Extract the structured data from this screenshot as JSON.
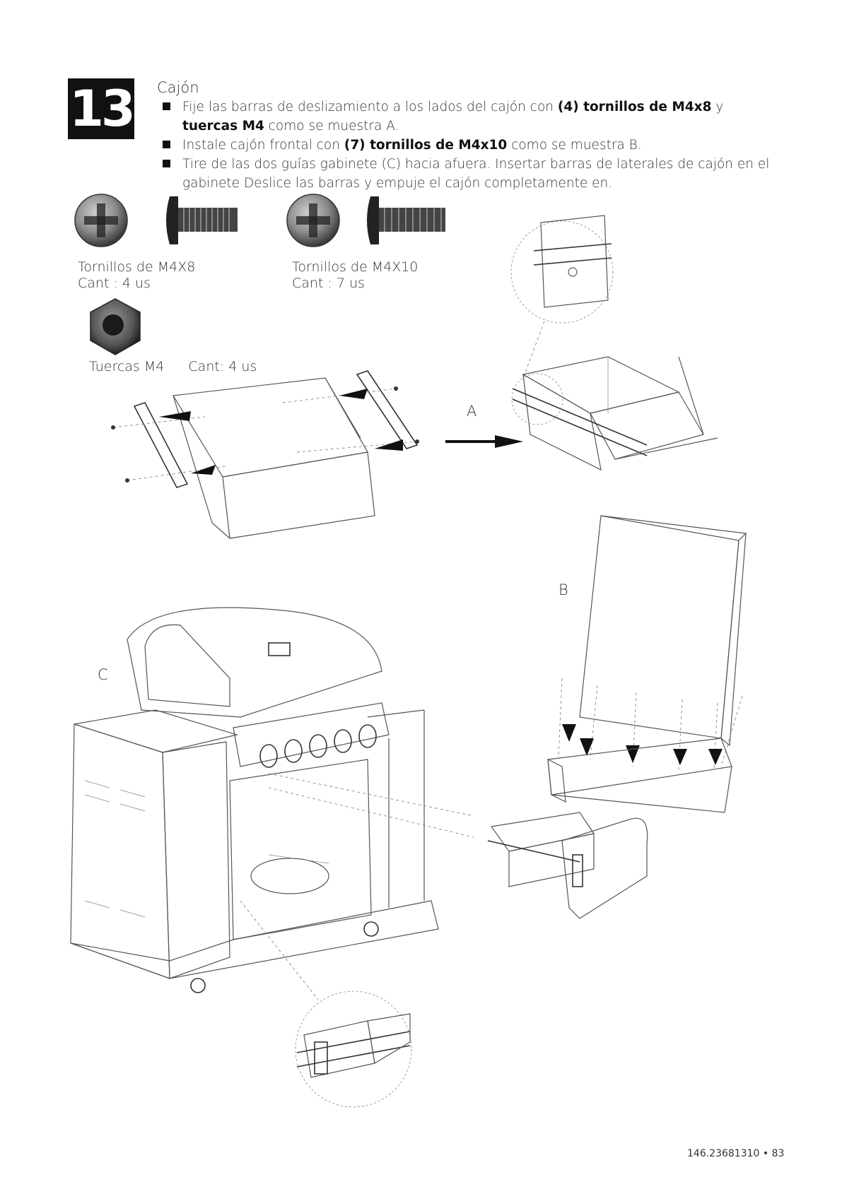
{
  "step": {
    "number": "13",
    "title": "Cajón"
  },
  "instructions": [
    {
      "parts": [
        "Fije las barras de deslizamiento a los lados del cajón con ",
        "(4) tornillos de M4x8",
        " y ",
        "tuercas M4",
        " como se muestra A."
      ]
    },
    {
      "parts": [
        "Instale cajón frontal con ",
        "(7) tornillos de M4x10",
        " como se muestra B.",
        "",
        ""
      ]
    },
    {
      "parts": [
        "Tire de las dos guías gabinete (C) hacia afuera. Insertar barras de laterales de cajón en el gabinete Deslice las barras y empuje el cajón completamente en.",
        "",
        "",
        "",
        ""
      ]
    }
  ],
  "hardware": {
    "screw_m4x8": {
      "name": "Tornillos de M4X8",
      "qty": "Cant : 4 us"
    },
    "screw_m4x10": {
      "name": "Tornillos de M4X10",
      "qty": "Cant : 7 us"
    },
    "nut_m4": {
      "name": "Tuercas M4",
      "qty": "Cant: 4 us"
    }
  },
  "callouts": {
    "a": "A",
    "b": "B",
    "c": "C"
  },
  "footer": {
    "page_ref": "146.23681310 • 83"
  },
  "icons": [
    "screw-head-icon",
    "screw-side-icon",
    "nut-icon"
  ]
}
